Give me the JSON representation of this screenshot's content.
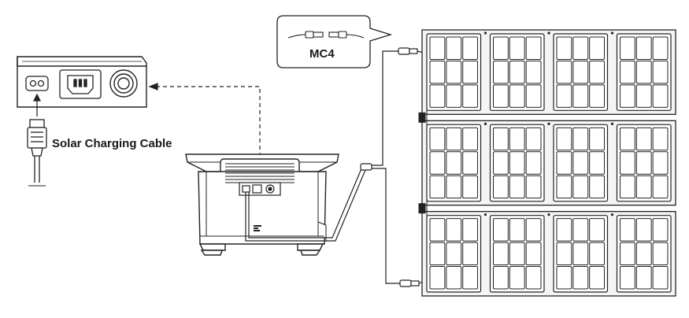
{
  "labels": {
    "cable": "Solar Charging Cable",
    "connector": "MC4"
  },
  "diagram": {
    "panel_columns": 4,
    "panel_rows": 3,
    "cells_per_panel": [
      3,
      3
    ],
    "colors": {
      "line": "#222222",
      "cell_fill": "#ffffff",
      "panel_frame": "#f4f4f4",
      "background": "#ffffff"
    }
  }
}
